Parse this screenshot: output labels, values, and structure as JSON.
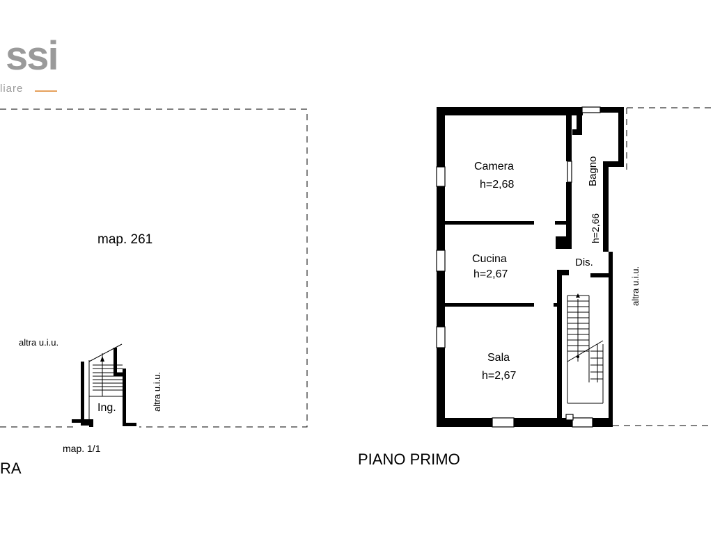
{
  "logo": {
    "brand_fragment": "ssi",
    "tagline_fragment": "liare",
    "accent_color": "#e6a15c",
    "logo_color": "#9a9a9a"
  },
  "labels": {
    "left_map": "map. 261",
    "left_altra_1": "altra u.i.u.",
    "left_altra_2": "altra u.i.u.",
    "ingresso": "Ing.",
    "map_small": "map. 1/1",
    "left_floor_fragment": "RA",
    "right_floor": "PIANO PRIMO",
    "right_altra": "altra u.i.u."
  },
  "rooms": {
    "camera": {
      "name": "Camera",
      "height": "h=2,68"
    },
    "cucina": {
      "name": "Cucina",
      "height": "h=2,67"
    },
    "sala": {
      "name": "Sala",
      "height": "h=2,67"
    },
    "bagno": {
      "name": "Bagno",
      "height": "h=2,66"
    },
    "disimpegno": {
      "name": "Dis."
    }
  }
}
